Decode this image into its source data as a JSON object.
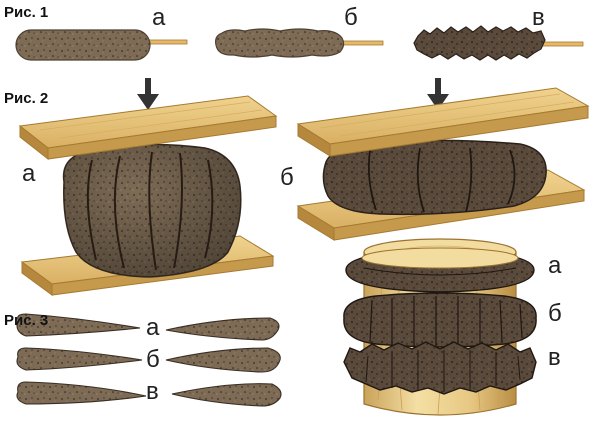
{
  "figures": {
    "fig1": {
      "label": "Рис. 1",
      "items": [
        "а",
        "б",
        "в"
      ]
    },
    "fig2": {
      "label": "Рис. 2",
      "items": [
        "а",
        "б"
      ]
    },
    "fig3": {
      "label": "Рис. 3",
      "items": [
        "а",
        "б",
        "в"
      ]
    },
    "cylinder": {
      "items": [
        "а",
        "б",
        "в"
      ]
    }
  },
  "colors": {
    "clay": "#7d6b55",
    "clay_dark": "#4e4033",
    "wood": "#e8c77d",
    "wood_edge": "#b88b3c",
    "stick": "#e6b86a",
    "cylinder_wood": "#ead08a",
    "arrow": "#333333"
  }
}
